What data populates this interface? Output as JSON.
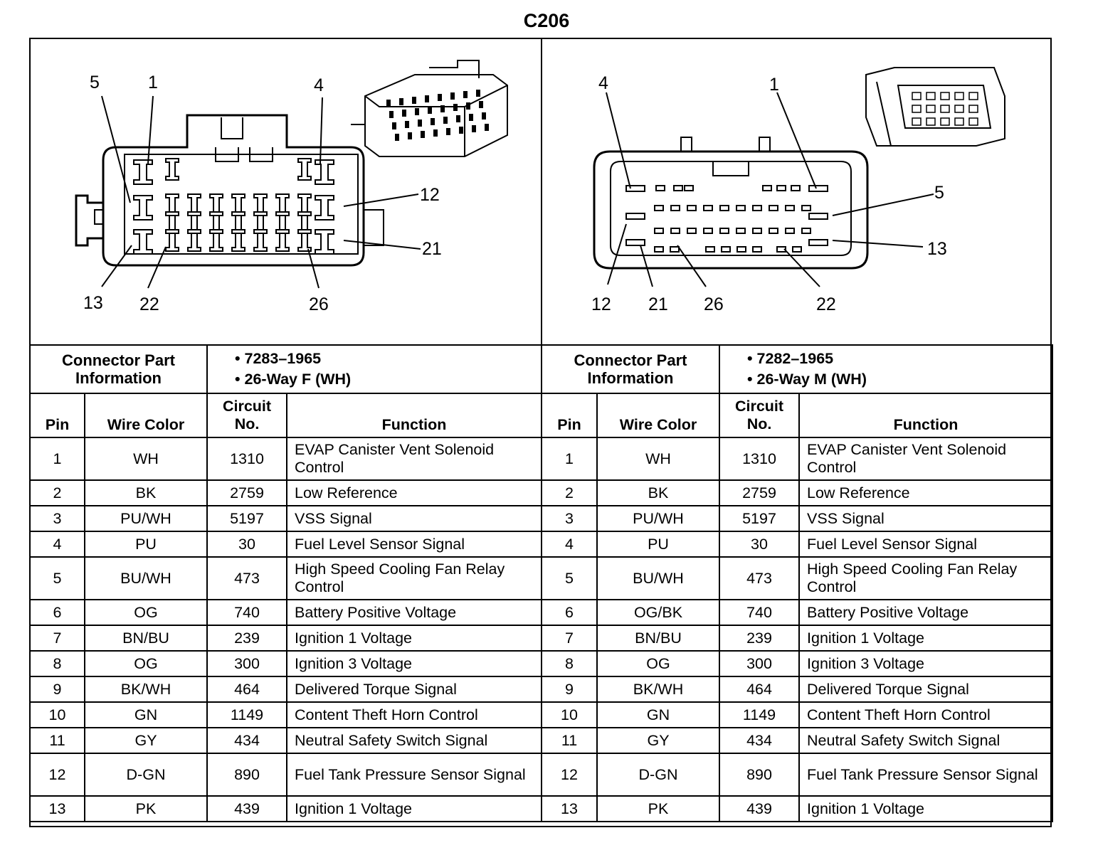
{
  "title": "C206",
  "left": {
    "pin_labels": [
      "5",
      "1",
      "4",
      "12",
      "21",
      "13",
      "22",
      "26"
    ],
    "connector_part_info_label": "Connector Part Information",
    "part_number": "• 7283–1965",
    "description": "• 26-Way F (WH)",
    "headers": {
      "pin": "Pin",
      "wire_color": "Wire Color",
      "circuit": "Circuit No.",
      "function": "Function"
    },
    "rows": [
      {
        "pin": "1",
        "color": "WH",
        "circuit": "1310",
        "function": "EVAP Canister Vent Solenoid Control"
      },
      {
        "pin": "2",
        "color": "BK",
        "circuit": "2759",
        "function": "Low Reference"
      },
      {
        "pin": "3",
        "color": "PU/WH",
        "circuit": "5197",
        "function": "VSS Signal"
      },
      {
        "pin": "4",
        "color": "PU",
        "circuit": "30",
        "function": "Fuel Level Sensor Signal"
      },
      {
        "pin": "5",
        "color": "BU/WH",
        "circuit": "473",
        "function": "High Speed Cooling Fan Relay Control"
      },
      {
        "pin": "6",
        "color": "OG",
        "circuit": "740",
        "function": "Battery Positive Voltage"
      },
      {
        "pin": "7",
        "color": "BN/BU",
        "circuit": "239",
        "function": "Ignition 1 Voltage"
      },
      {
        "pin": "8",
        "color": "OG",
        "circuit": "300",
        "function": "Ignition 3 Voltage"
      },
      {
        "pin": "9",
        "color": "BK/WH",
        "circuit": "464",
        "function": "Delivered Torque Signal"
      },
      {
        "pin": "10",
        "color": "GN",
        "circuit": "1149",
        "function": "Content Theft Horn Control"
      },
      {
        "pin": "11",
        "color": "GY",
        "circuit": "434",
        "function": "Neutral Safety Switch Signal"
      },
      {
        "pin": "12",
        "color": "D-GN",
        "circuit": "890",
        "function": "Fuel Tank Pressure Sensor Signal"
      },
      {
        "pin": "13",
        "color": "PK",
        "circuit": "439",
        "function": "Ignition 1 Voltage"
      }
    ]
  },
  "right": {
    "pin_labels": [
      "4",
      "1",
      "5",
      "13",
      "12",
      "21",
      "26",
      "22"
    ],
    "connector_part_info_label": "Connector Part Information",
    "part_number": "• 7282–1965",
    "description": "• 26-Way M (WH)",
    "headers": {
      "pin": "Pin",
      "wire_color": "Wire Color",
      "circuit": "Circuit No.",
      "function": "Function"
    },
    "rows": [
      {
        "pin": "1",
        "color": "WH",
        "circuit": "1310",
        "function": "EVAP Canister Vent Solenoid Control"
      },
      {
        "pin": "2",
        "color": "BK",
        "circuit": "2759",
        "function": "Low Reference"
      },
      {
        "pin": "3",
        "color": "PU/WH",
        "circuit": "5197",
        "function": "VSS Signal"
      },
      {
        "pin": "4",
        "color": "PU",
        "circuit": "30",
        "function": "Fuel Level Sensor Signal"
      },
      {
        "pin": "5",
        "color": "BU/WH",
        "circuit": "473",
        "function": "High Speed Cooling Fan Relay Control"
      },
      {
        "pin": "6",
        "color": "OG/BK",
        "circuit": "740",
        "function": "Battery Positive Voltage"
      },
      {
        "pin": "7",
        "color": "BN/BU",
        "circuit": "239",
        "function": "Ignition 1 Voltage"
      },
      {
        "pin": "8",
        "color": "OG",
        "circuit": "300",
        "function": "Ignition 3 Voltage"
      },
      {
        "pin": "9",
        "color": "BK/WH",
        "circuit": "464",
        "function": "Delivered Torque Signal"
      },
      {
        "pin": "10",
        "color": "GN",
        "circuit": "1149",
        "function": "Content Theft Horn Control"
      },
      {
        "pin": "11",
        "color": "GY",
        "circuit": "434",
        "function": "Neutral Safety Switch Signal"
      },
      {
        "pin": "12",
        "color": "D-GN",
        "circuit": "890",
        "function": "Fuel Tank Pressure Sensor Signal"
      },
      {
        "pin": "13",
        "color": "PK",
        "circuit": "439",
        "function": "Ignition 1 Voltage"
      }
    ]
  }
}
